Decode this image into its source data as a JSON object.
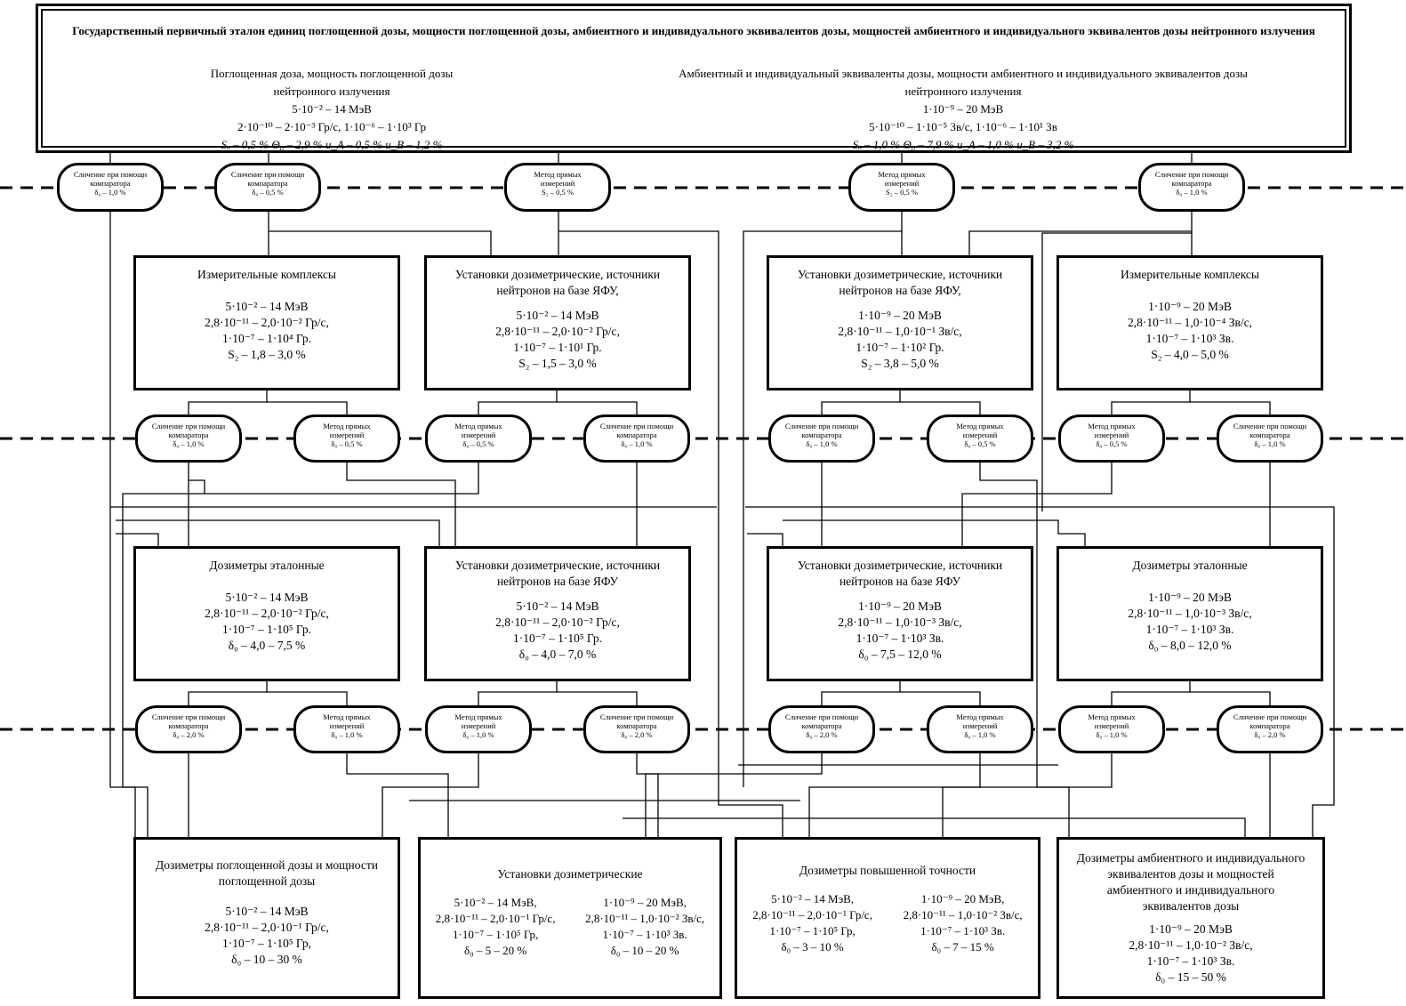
{
  "standard": {
    "title": "Государственный первичный эталон единиц поглощенной дозы, мощности поглощенной дозы, амбиентного и индивидуального эквивалентов дозы, мощностей амбиентного и индивидуального эквивалентов дозы нейтронного излучения",
    "left": [
      "Поглощенная доза, мощность поглощенной дозы",
      "нейтронного излучения",
      "5·10⁻² – 14 МэВ",
      "2·10⁻¹⁰ – 2·10⁻³ Гр/с, 1·10⁻⁶ – 1·10³ Гр",
      "Sₒ – 0,5 %   Θ₀ – 2,9 %   u_A – 0,5 %   u_B – 1,2 %"
    ],
    "right": [
      "Амбиентный и индивидуальный эквиваленты дозы, мощности амбиентного и индивидуального эквивалентов дозы",
      "нейтронного излучения",
      "1·10⁻⁹ – 20 МэВ",
      "5·10⁻¹⁰ – 1·10⁻⁵ Зв/с, 1·10⁻⁶ – 1·10¹ Зв",
      "Sₒ – 1,0 %   Θ₀ – 7,9 %   u_A – 1,0 %   u_B – 3,2 %"
    ]
  },
  "pills": [
    {
      "lines": [
        "Сличение при помощи",
        "компаратора",
        "δ₀ – 1,0 %"
      ]
    },
    {
      "lines": [
        "Сличение при помощи",
        "компаратора",
        "δ₀ – 0,5 %"
      ]
    },
    {
      "lines": [
        "Метод прямых",
        "измерений",
        "S₂ – 0,5 %"
      ]
    },
    {
      "lines": [
        "Метод прямых",
        "измерений",
        "S₂ – 0,5 %"
      ]
    },
    {
      "lines": [
        "Сличение при помощи",
        "компаратора",
        "δ₀ – 1,0 %"
      ]
    },
    {
      "lines": [
        "Сличение при помощи",
        "компаратора",
        "δ₀ – 1,0 %"
      ]
    },
    {
      "lines": [
        "Метод прямых",
        "измерений",
        "δ₀ – 0,5 %"
      ]
    },
    {
      "lines": [
        "Метод прямых",
        "измерений",
        "δ₀ – 0,5 %"
      ]
    },
    {
      "lines": [
        "Сличение при помощи",
        "компаратора",
        "δ₀ – 1,0 %"
      ]
    },
    {
      "lines": [
        "Сличение при помощи",
        "компаратора",
        "δ₀ – 1,0 %"
      ]
    },
    {
      "lines": [
        "Метод прямых",
        "измерений",
        "δ₀ – 0,5 %"
      ]
    },
    {
      "lines": [
        "Метод прямых",
        "измерений",
        "δ₀ – 0,5 %"
      ]
    },
    {
      "lines": [
        "Сличение при помощи",
        "компаратора",
        "δ₀ – 1,0 %"
      ]
    },
    {
      "lines": [
        "Сличение при помощи",
        "компаратора",
        "δ₀ – 2,0 %"
      ]
    },
    {
      "lines": [
        "Метод прямых",
        "измерений",
        "δ₀ – 1,0 %"
      ]
    },
    {
      "lines": [
        "Метод прямых",
        "измерений",
        "δ₀ – 1,0 %"
      ]
    },
    {
      "lines": [
        "Сличение при помощи",
        "компаратора",
        "δ₀ – 2,0 %"
      ]
    },
    {
      "lines": [
        "Сличение при помощи",
        "компаратора",
        "δ₀ – 2,0 %"
      ]
    },
    {
      "lines": [
        "Метод прямых",
        "измерений",
        "δ₀ – 1,0 %"
      ]
    },
    {
      "lines": [
        "Метод прямых",
        "измерений",
        "δ₀ – 1,0 %"
      ]
    },
    {
      "lines": [
        "Сличение при помощи",
        "компаратора",
        "δ₀ – 2,0 %"
      ]
    }
  ],
  "boxes": {
    "r1a": {
      "title": "Измерительные комплексы",
      "lines": [
        "5·10⁻² – 14 МэВ",
        "2,8·10⁻¹¹ – 2,0·10⁻² Гр/с,",
        "1·10⁻⁷ – 1·10⁴ Гр.",
        "S₂ – 1,8 – 3,0 %"
      ]
    },
    "r1b": {
      "title": "Установки дозиметрические, источники нейтронов на базе ЯФУ,",
      "lines": [
        "5·10⁻² – 14 МэВ",
        "2,8·10⁻¹¹ – 2,0·10⁻² Гр/с,",
        "1·10⁻⁷ – 1·10¹ Гр.",
        "S₂ – 1,5 – 3,0 %"
      ]
    },
    "r1c": {
      "title": "Установки дозиметрические, источники нейтронов на базе ЯФУ,",
      "lines": [
        "1·10⁻⁹ – 20 МэВ",
        "2,8·10⁻¹¹ – 1,0·10⁻¹ Зв/с,",
        "1·10⁻⁷ – 1·10² Гр.",
        "S₂ – 3,8 – 5,0 %"
      ]
    },
    "r1d": {
      "title": "Измерительные комплексы",
      "lines": [
        "1·10⁻⁹ – 20 МэВ",
        "2,8·10⁻¹¹ – 1,0·10⁻⁴ Зв/с,",
        "1·10⁻⁷ – 1·10³ Зв.",
        "S₂ – 4,0 – 5,0 %"
      ]
    },
    "r2a": {
      "title": "Дозиметры эталонные",
      "lines": [
        "5·10⁻² – 14 МэВ",
        "2,8·10⁻¹¹ – 2,0·10⁻² Гр/с,",
        "1·10⁻⁷ – 1·10⁵ Гр.",
        "δ₀ – 4,0 – 7,5 %"
      ]
    },
    "r2b": {
      "title": "Установки дозиметрические, источники нейтронов на базе ЯФУ",
      "lines": [
        "5·10⁻² – 14 МэВ",
        "2,8·10⁻¹¹ – 2,0·10⁻² Гр/с,",
        "1·10⁻⁷ – 1·10⁵ Гр.",
        "δ₀ – 4,0 – 7,0 %"
      ]
    },
    "r2c": {
      "title": "Установки дозиметрические, источники нейтронов на базе ЯФУ",
      "lines": [
        "1·10⁻⁹ – 20 МэВ",
        "2,8·10⁻¹¹ – 1,0·10⁻³ Зв/с,",
        "1·10⁻⁷ – 1·10³ Зв.",
        "δ₀ – 7,5 – 12,0 %"
      ]
    },
    "r2d": {
      "title": "Дозиметры эталонные",
      "lines": [
        "1·10⁻⁹ – 20 МэВ",
        "2,8·10⁻¹¹ – 1,0·10⁻³ Зв/с,",
        "1·10⁻⁷ – 1·10³ Зв.",
        "δ₀ – 8,0 – 12,0 %"
      ]
    },
    "r3a": {
      "title": "Дозиметры поглощенной дозы и мощности поглощенной дозы",
      "lines": [
        "5·10⁻² – 14 МэВ",
        "2,8·10⁻¹¹ – 2,0·10⁻¹ Гр/с,",
        "1·10⁻⁷ – 1·10⁵ Гр,",
        "δ₀ – 10 – 30 %"
      ]
    },
    "r3b": {
      "title": "Установки дозиметрические",
      "left": [
        "5·10⁻² – 14 МэВ,",
        "2,8·10⁻¹¹ – 2,0·10⁻¹ Гр/с,",
        "1·10⁻⁷ – 1·10⁵ Гр,",
        "δ₀ – 5 – 20 %"
      ],
      "right": [
        "1·10⁻⁹ – 20 МэВ,",
        "2,8·10⁻¹¹ – 1,0·10⁻² Зв/с,",
        "1·10⁻⁷ – 1·10³ Зв.",
        "δ₀ – 10 – 20 %"
      ]
    },
    "r3c": {
      "title": "Дозиметры повышенной точности",
      "left": [
        "5·10⁻² – 14 МэВ,",
        "2,8·10⁻¹¹ – 2,0·10⁻¹ Гр/с,",
        "1·10⁻⁷ – 1·10⁵ Гр,",
        "δ₀ – 3 – 10 %"
      ],
      "right": [
        "1·10⁻⁹ – 20 МэВ,",
        "2,8·10⁻¹¹ – 1,0·10⁻² Зв/с,",
        "1·10⁻⁷ – 1·10³ Зв.",
        "δ₀ – 7 – 15 %"
      ]
    },
    "r3d": {
      "title": "Дозиметры амбиентного и индивидуального эквивалентов дозы и мощностей амбиентного и индивидуального эквивалентов дозы",
      "lines": [
        "1·10⁻⁹ – 20 МэВ",
        "2,8·10⁻¹¹ – 1,0·10⁻² Зв/с,",
        "1·10⁻⁷ – 1·10³ Зв.",
        "δ₀ – 15 – 50 %"
      ]
    }
  }
}
